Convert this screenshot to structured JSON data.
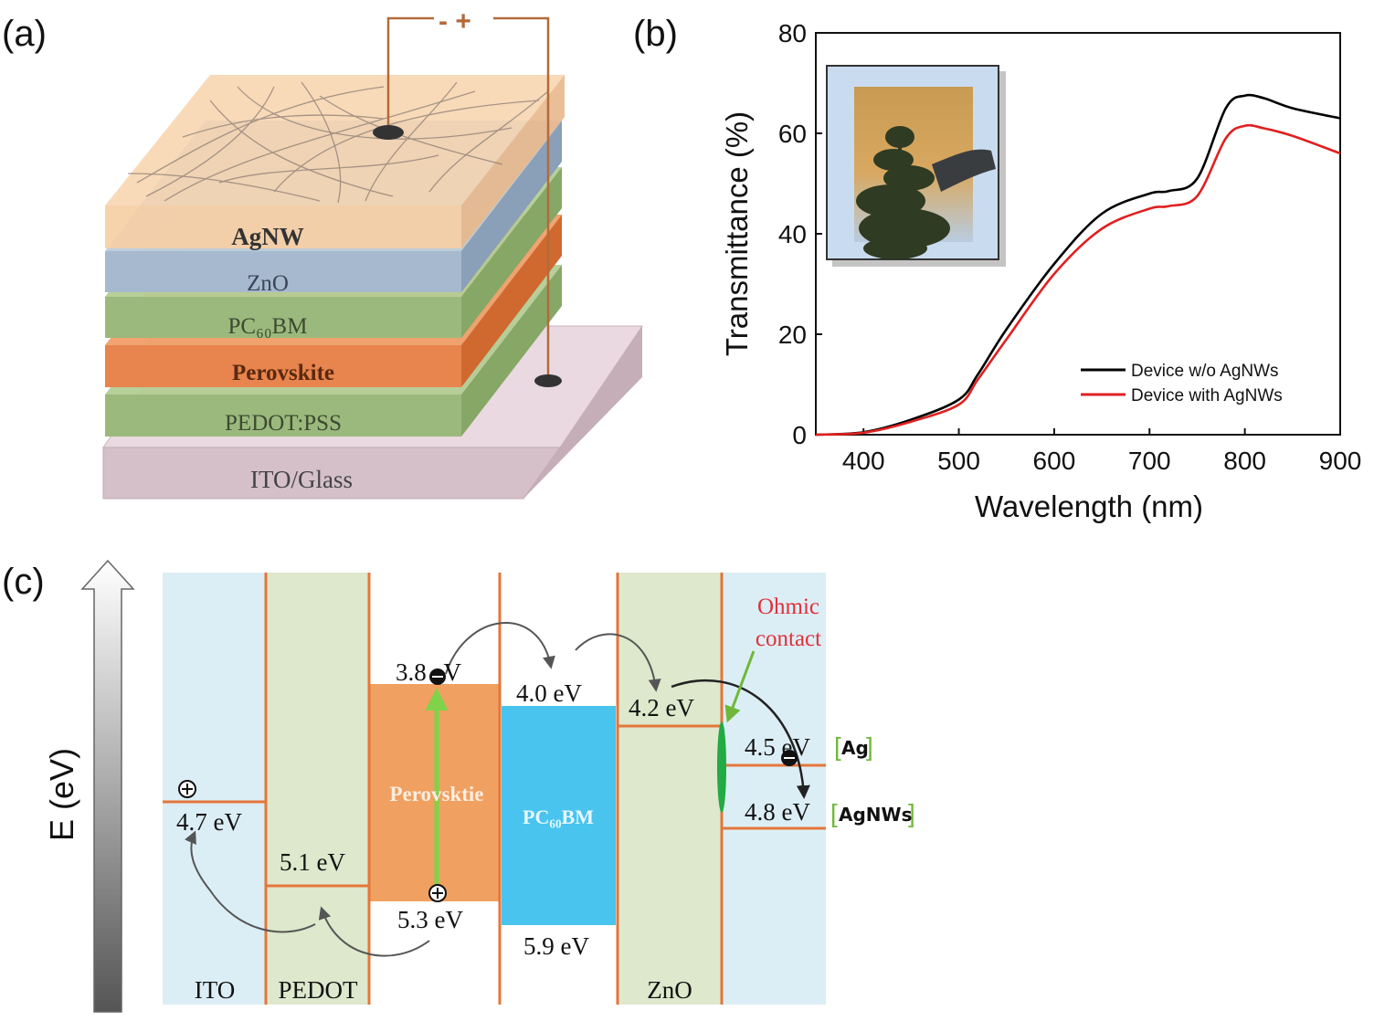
{
  "panels": {
    "a": {
      "label": "(a)",
      "polarity": "-  +",
      "layers": [
        {
          "label": "AgNW",
          "color": "#f6cfa5"
        },
        {
          "label": "ZnO",
          "color": "#a7b9cf"
        },
        {
          "label": "PC₆₀BM",
          "color": "#9cb97d"
        },
        {
          "label": "Perovskite",
          "color": "#e8844d"
        },
        {
          "label": "PEDOT:PSS",
          "color": "#9cb97d"
        },
        {
          "label": "ITO/Glass",
          "color": "#d7c3cc"
        }
      ]
    },
    "b": {
      "label": "(b)",
      "legend_location": "lower-right"
    },
    "c": {
      "label": "(c)",
      "y_axis_label": "E (eV)",
      "columns": {
        "ito": "ITO",
        "pedot": "PEDOT",
        "perovskite": "Perovsktie",
        "pcbm": "PC₆₀BM",
        "zno": "ZnO"
      },
      "levels": {
        "ito": "4.7 eV",
        "pedot": "5.1 eV",
        "perov_top": "3.8 eV",
        "perov_bottom": "5.3 eV",
        "pcbm_top": "4.0 eV",
        "pcbm_bottom": "5.9 eV",
        "zno": "4.2 eV",
        "ag": "4.5 eV",
        "agnw": "4.8 eV"
      },
      "tags": {
        "ag": "Ag",
        "agnw": "AgNWs"
      },
      "ohmic_line1": "Ohmic",
      "ohmic_line2": "contact",
      "colors": {
        "ito_bg": "#dceef5",
        "pedot_bg": "#dde8cc",
        "perovskite": "#f0a060",
        "pcbm": "#48c4ee",
        "lines": "#e5763a",
        "green": "#7ed34a",
        "ohmic_text": "#e0303a"
      }
    }
  },
  "chart_data": {
    "type": "line",
    "xlabel": "Wavelength (nm)",
    "ylabel": "Transmittance (%)",
    "xlim": [
      350,
      900
    ],
    "ylim": [
      0,
      80
    ],
    "xticks": [
      400,
      500,
      600,
      700,
      800,
      900
    ],
    "yticks": [
      0,
      20,
      40,
      60,
      80
    ],
    "grid": false,
    "series": [
      {
        "name": "Device w/o AgNWs",
        "color": "#000000",
        "x": [
          350,
          400,
          450,
          500,
          520,
          550,
          600,
          650,
          700,
          720,
          750,
          780,
          800,
          820,
          850,
          900
        ],
        "y": [
          0,
          0.5,
          3,
          7,
          12,
          21,
          34,
          44,
          48,
          48.5,
          51,
          65,
          67.5,
          67,
          65,
          63
        ]
      },
      {
        "name": "Device with AgNWs",
        "color": "#e02020",
        "x": [
          350,
          400,
          450,
          500,
          520,
          550,
          600,
          650,
          700,
          720,
          750,
          780,
          800,
          820,
          850,
          900
        ],
        "y": [
          0,
          0.4,
          2.6,
          6,
          11,
          19,
          32,
          41,
          45,
          45.5,
          47.5,
          59,
          61.5,
          61,
          59.5,
          56
        ]
      }
    ]
  }
}
